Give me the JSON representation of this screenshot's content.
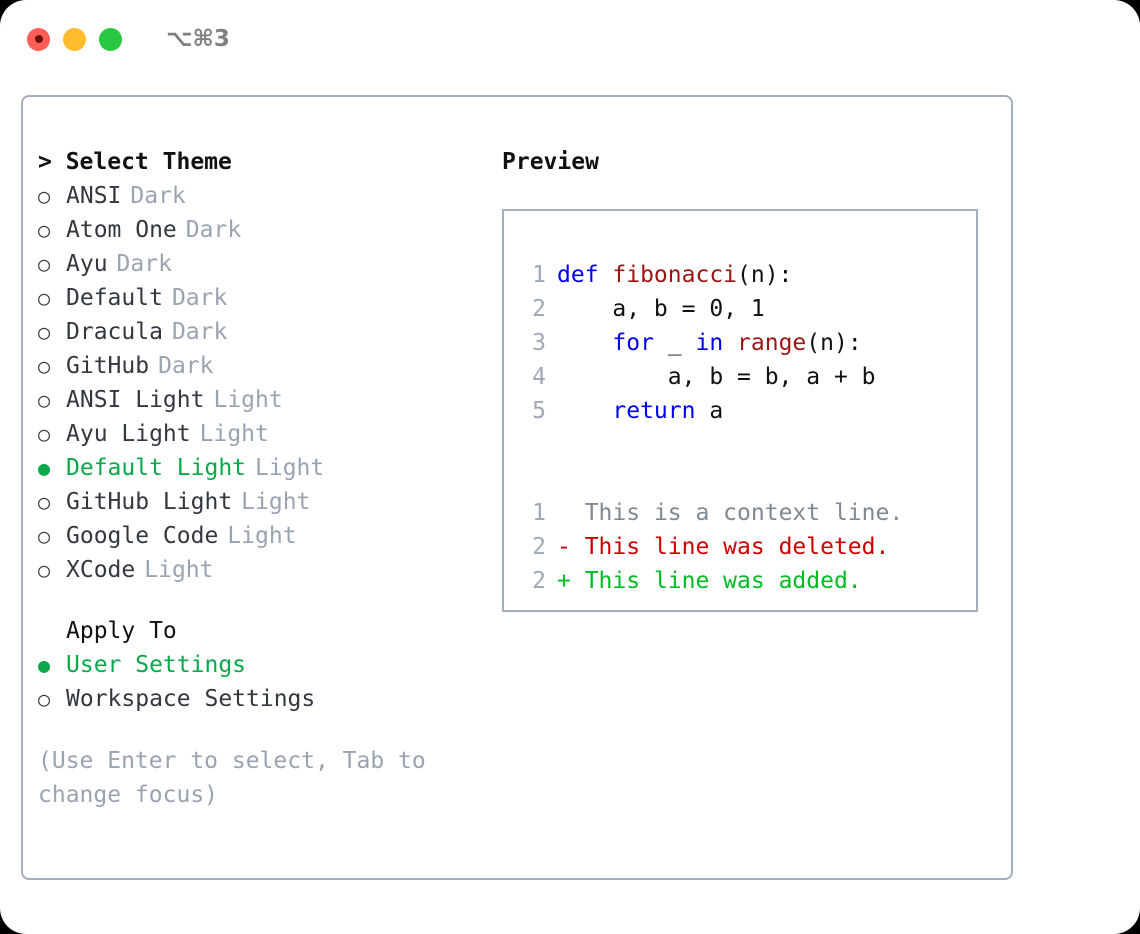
{
  "titlebar": {
    "shortcut": "⌥⌘3",
    "buttons": [
      {
        "name": "close",
        "color": "#ff5f57"
      },
      {
        "name": "minimize",
        "color": "#ffbd2e"
      },
      {
        "name": "maximize",
        "color": "#28c840"
      }
    ]
  },
  "theme_section": {
    "header": "> Select Theme",
    "items": [
      {
        "bullet": "○",
        "label": "ANSI",
        "tag": "Dark",
        "selected": false
      },
      {
        "bullet": "○",
        "label": "Atom One",
        "tag": "Dark",
        "selected": false
      },
      {
        "bullet": "○",
        "label": "Ayu",
        "tag": "Dark",
        "selected": false
      },
      {
        "bullet": "○",
        "label": "Default",
        "tag": "Dark",
        "selected": false
      },
      {
        "bullet": "○",
        "label": "Dracula",
        "tag": "Dark",
        "selected": false
      },
      {
        "bullet": "○",
        "label": "GitHub",
        "tag": "Dark",
        "selected": false
      },
      {
        "bullet": "○",
        "label": "ANSI Light",
        "tag": "Light",
        "selected": false
      },
      {
        "bullet": "○",
        "label": "Ayu Light",
        "tag": "Light",
        "selected": false
      },
      {
        "bullet": "●",
        "label": "Default Light",
        "tag": "Light",
        "selected": true
      },
      {
        "bullet": "○",
        "label": "GitHub Light",
        "tag": "Light",
        "selected": false
      },
      {
        "bullet": "○",
        "label": "Google Code",
        "tag": "Light",
        "selected": false
      },
      {
        "bullet": "○",
        "label": "XCode",
        "tag": "Light",
        "selected": false
      }
    ]
  },
  "apply_section": {
    "header": "Apply To",
    "items": [
      {
        "bullet": "●",
        "label": "User Settings",
        "selected": true
      },
      {
        "bullet": "○",
        "label": "Workspace Settings",
        "selected": false
      }
    ]
  },
  "hint": "(Use Enter to select, Tab to change focus)",
  "preview": {
    "title": "Preview",
    "code_lines": [
      {
        "number": "1",
        "tokens": [
          {
            "text": "def ",
            "type": "kw"
          },
          {
            "text": "fibonacci",
            "type": "fn"
          },
          {
            "text": "(n):",
            "type": "plain"
          }
        ]
      },
      {
        "number": "2",
        "tokens": [
          {
            "text": "    a, b = 0, 1",
            "type": "plain"
          }
        ]
      },
      {
        "number": "3",
        "tokens": [
          {
            "text": "    ",
            "type": "plain"
          },
          {
            "text": "for",
            "type": "kw"
          },
          {
            "text": " _ ",
            "type": "plain"
          },
          {
            "text": "in",
            "type": "kw"
          },
          {
            "text": " ",
            "type": "plain"
          },
          {
            "text": "range",
            "type": "fn"
          },
          {
            "text": "(n):",
            "type": "plain"
          }
        ]
      },
      {
        "number": "4",
        "tokens": [
          {
            "text": "        a, b = b, a + b",
            "type": "plain"
          }
        ]
      },
      {
        "number": "5",
        "tokens": [
          {
            "text": "    ",
            "type": "plain"
          },
          {
            "text": "return",
            "type": "kw"
          },
          {
            "text": " a",
            "type": "plain"
          }
        ]
      }
    ],
    "diff_lines": [
      {
        "number": "1",
        "marker": " ",
        "text": " This is a context line.",
        "type": "context"
      },
      {
        "number": "2",
        "marker": "-",
        "text": " This line was deleted.",
        "type": "deleted"
      },
      {
        "number": "2",
        "marker": "+",
        "text": " This line was added.",
        "type": "added"
      }
    ]
  },
  "colors": {
    "accent_green": "#0aa84a",
    "muted": "#9aa3b2",
    "border": "#a5aebd",
    "keyword": "#0000ee",
    "function": "#9c1414",
    "diff_added": "#00bb22",
    "diff_deleted": "#cc0000",
    "diff_context": "#808890"
  }
}
